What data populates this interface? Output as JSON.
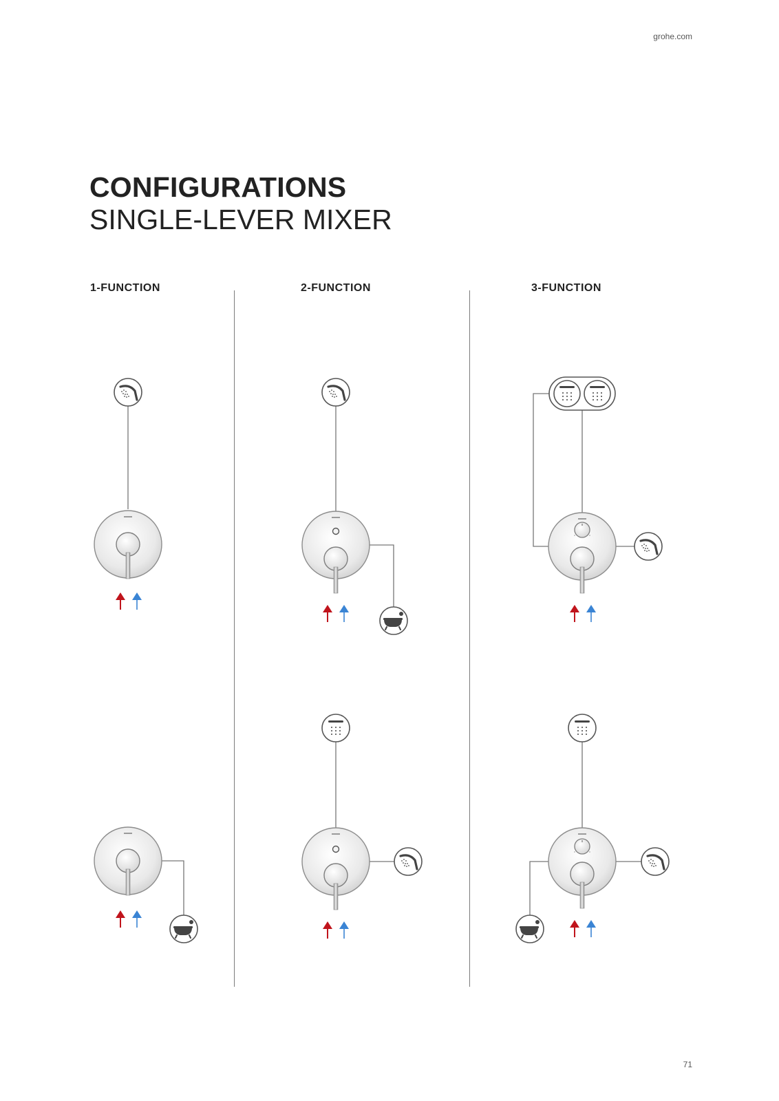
{
  "header": {
    "site": "grohe.com"
  },
  "title": {
    "main": "CONFIGURATIONS",
    "sub": "SINGLE-LEVER MIXER"
  },
  "columns": [
    {
      "label": "1-FUNCTION"
    },
    {
      "label": "2-FUNCTION"
    },
    {
      "label": "3-FUNCTION"
    }
  ],
  "legend_colors": {
    "hot": "#c0141c",
    "cold": "#3a84d4"
  },
  "diagrams": [
    {
      "id": "1f-a",
      "outlets": [
        "hand-shower"
      ]
    },
    {
      "id": "1f-b",
      "outlets": [
        "bathtub"
      ]
    },
    {
      "id": "2f-a",
      "outlets": [
        "hand-shower",
        "bathtub"
      ]
    },
    {
      "id": "2f-b",
      "outlets": [
        "head-shower",
        "hand-shower"
      ]
    },
    {
      "id": "3f-a",
      "outlets": [
        "double-head-shower",
        "hand-shower"
      ]
    },
    {
      "id": "3f-b",
      "outlets": [
        "head-shower",
        "hand-shower",
        "bathtub"
      ]
    }
  ],
  "footer": {
    "page_number": "71"
  }
}
